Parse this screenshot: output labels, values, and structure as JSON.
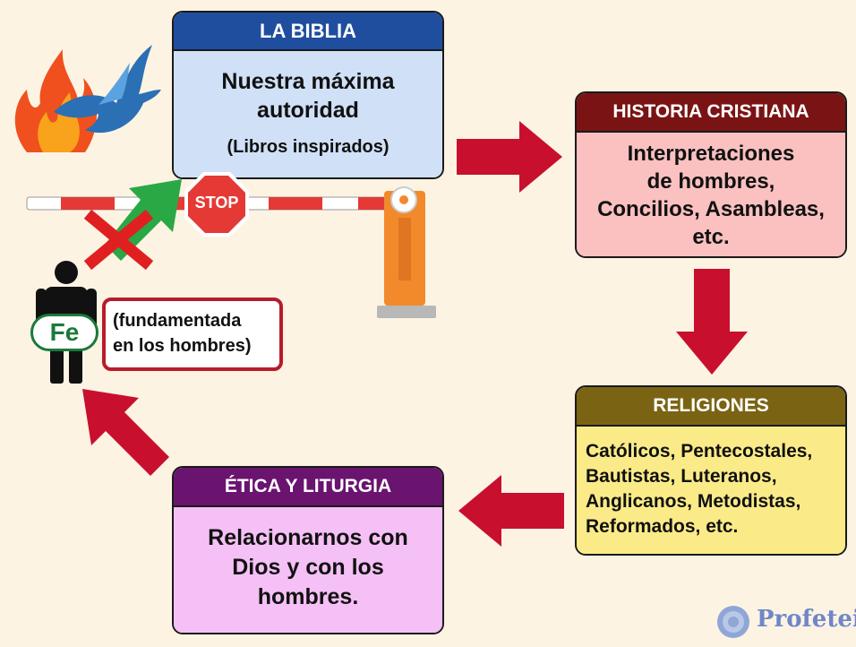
{
  "biblia": {
    "title": "LA BIBLIA",
    "line1": "Nuestra máxima",
    "line2": "autoridad",
    "note": "(Libros inspirados)",
    "header_color": "#1f4e9e",
    "body_color": "#cfe0f7"
  },
  "historia": {
    "title": "HISTORIA CRISTIANA",
    "lines": [
      "Interpretaciones",
      "de hombres,",
      "Concilios, Asambleas,",
      "etc."
    ],
    "header_color": "#7a1414",
    "body_color": "#fbc0c0"
  },
  "religiones": {
    "title": "RELIGIONES",
    "lines": [
      "Católicos, Pentecostales,",
      "Bautistas, Luteranos,",
      "Anglicanos, Metodistas,",
      "Reformados, etc."
    ],
    "header_color": "#7a6414",
    "body_color": "#fbeb88"
  },
  "etica": {
    "title": "ÉTICA Y LITURGIA",
    "lines": [
      "Relacionarnos con",
      "Dios y con los",
      "hombres."
    ],
    "header_color": "#6a1470",
    "body_color": "#f5c0f5"
  },
  "fe": {
    "badge": "Fe",
    "note_line1": "(fundamentada",
    "note_line2": "en los hombres)"
  },
  "barrier": {
    "stop_label": "STOP"
  },
  "brand": {
    "name": "Profeteic"
  },
  "colors": {
    "arrow_red": "#c8102e",
    "stop_red": "#e53935",
    "barrier_orange": "#f28a2c",
    "cross_red": "#e02020",
    "green_arrow": "#2aa845",
    "fe_green": "#1a7a3a"
  }
}
